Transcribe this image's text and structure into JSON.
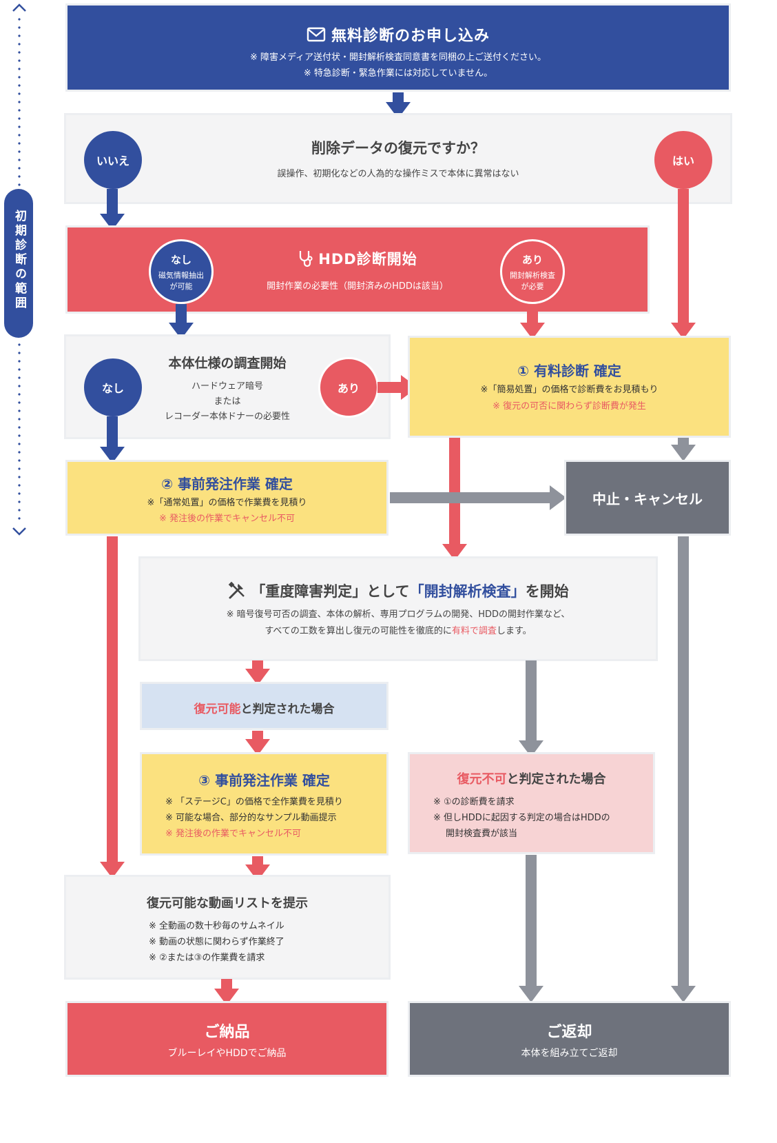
{
  "scope": {
    "label": "初期診断の範囲"
  },
  "step1": {
    "title": "無料診断のお申し込み",
    "notes": [
      "※ 障害メディア送付状・開封解析検査同意書を同梱の上ご送付ください。",
      "※ 特急診断・緊急作業には対応していません。"
    ]
  },
  "q1": {
    "title": "削除データの復元ですか？",
    "sub": "誤操作、初期化などの人為的な操作ミスで本体に異常はない",
    "no": "いいえ",
    "yes": "はい"
  },
  "hdd": {
    "title": "HDD診断開始",
    "sub": "開封作業の必要性（開封済みのHDDは該当）",
    "no_label": "なし",
    "no_sub1": "磁気情報抽出",
    "no_sub2": "が可能",
    "yes_label": "あり",
    "yes_sub1": "開封解析検査",
    "yes_sub2": "が必要"
  },
  "spec": {
    "title": "本体仕様の調査開始",
    "line1": "ハードウェア暗号",
    "line2": "または",
    "line3": "レコーダー本体ドナーの必要性",
    "no": "なし",
    "yes": "あり"
  },
  "paid": {
    "title": "① 有料診断 確定",
    "note1": "※「簡易処置」の価格で診断費をお見積もり",
    "note2": "※ 復元の可否に関わらず診断費が発生"
  },
  "order2": {
    "title": "② 事前発注作業 確定",
    "note1": "※「通常処置」の価格で作業費を見積り",
    "note2": "※ 発注後の作業でキャンセル不可"
  },
  "cancel": {
    "title": "中止・キャンセル"
  },
  "severe": {
    "t1": "「重度障害判定」として",
    "t2": "「開封解析検査」",
    "t3": "を開始",
    "n1": "※ 暗号復号可否の調査、本体の解析、専用プログラムの開発、HDDの開封作業など、",
    "n2a": "すべての工数を算出し復元の可能性を徹底的に",
    "n2b": "有料で調査",
    "n2c": "します。"
  },
  "possible": {
    "t1": "復元可能",
    "t2": "と判定された場合"
  },
  "order3": {
    "title": "③ 事前発注作業 確定",
    "note1": "※ 「ステージC」の価格で全作業費を見積り",
    "note2": "※ 可能な場合、部分的なサンプル動画提示",
    "note3": "※ 発注後の作業でキャンセル不可"
  },
  "impossible": {
    "t1": "復元不可",
    "t2": "と判定された場合",
    "note1": "※ ①の診断費を請求",
    "note2": "※ 但しHDDに起因する判定の場合はHDDの",
    "note3": "開封検査費が該当"
  },
  "list": {
    "title": "復元可能な動画リストを提示",
    "note1": "※ 全動画の数十秒毎のサムネイル",
    "note2": "※ 動画の状態に関わらず作業終了",
    "note3": "※ ②または③の作業費を請求"
  },
  "deliver": {
    "title": "ご納品",
    "sub": "ブルーレイやHDDでご納品"
  },
  "return": {
    "title": "ご返却",
    "sub": "本体を組み立てご返却"
  },
  "colors": {
    "blue": "#324f9e",
    "red": "#e85a62",
    "yellow": "#fbe17f",
    "gray": "#6e727c"
  }
}
